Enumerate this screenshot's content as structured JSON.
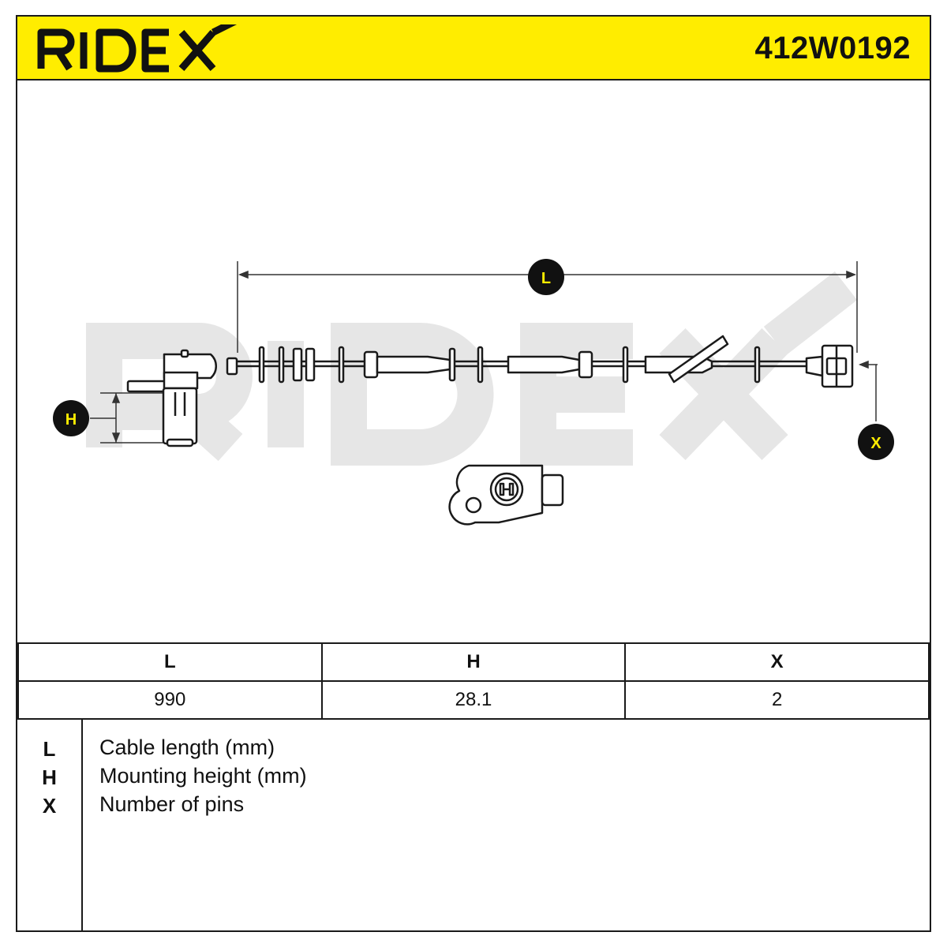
{
  "brand": "RIDEX",
  "part_number": "412W0192",
  "dimension_markers": {
    "length": "L",
    "height": "H",
    "pins": "X"
  },
  "spec_table": {
    "headers": [
      "L",
      "H",
      "X"
    ],
    "values": [
      "990",
      "28.1",
      "2"
    ]
  },
  "legend": [
    {
      "key": "L",
      "text": "Cable length (mm)"
    },
    {
      "key": "H",
      "text": "Mounting height (mm)"
    },
    {
      "key": "X",
      "text": "Number of pins"
    }
  ],
  "colors": {
    "header_bg": "#ffed00",
    "line": "#1a1a1a",
    "watermark": "#e6e6e6"
  }
}
